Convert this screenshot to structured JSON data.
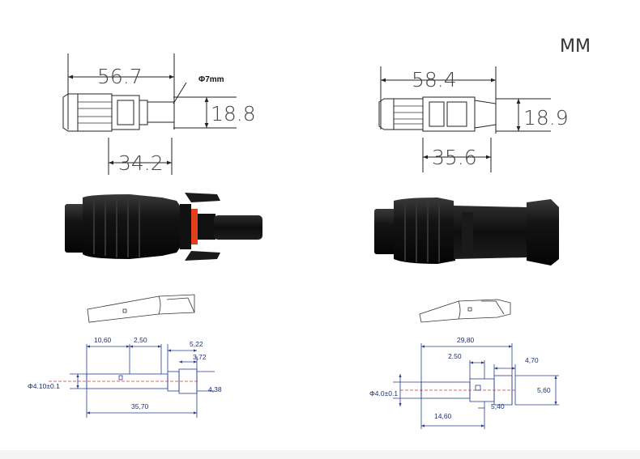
{
  "unit_label": "MM",
  "male": {
    "length": "56.7",
    "cable": "Φ7mm",
    "height": "18.8",
    "body": "34.2",
    "pin": {
      "d1": "10,60",
      "d2": "2,50",
      "d3": "5,22",
      "d4": "3,72",
      "diameter": "Φ4.10±0.1",
      "d5": "4,38",
      "total": "35,70"
    }
  },
  "female": {
    "length": "58.4",
    "height": "18.9",
    "body": "35.6",
    "pin": {
      "total": "29,80",
      "d1": "2.50",
      "d2": "4,70",
      "diameter": "Φ4.0±0.1",
      "d3": "5,60",
      "d4": "5,40",
      "d5": "14,60"
    }
  }
}
